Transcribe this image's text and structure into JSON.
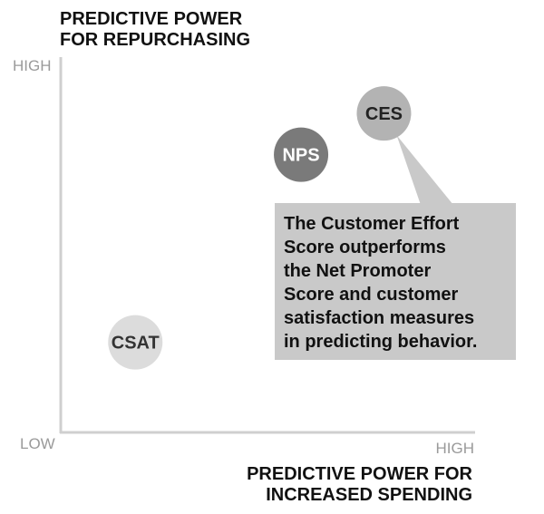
{
  "chart_data": {
    "type": "scatter",
    "title": "",
    "ylabel": [
      "PREDICTIVE POWER",
      "FOR REPURCHASING"
    ],
    "xlabel": [
      "PREDICTIVE POWER FOR",
      "INCREASED SPENDING"
    ],
    "y_ticks": {
      "high": "HIGH",
      "low": "LOW"
    },
    "x_ticks": {
      "low": "LOW",
      "high": "HIGH"
    },
    "xlim": [
      0,
      1
    ],
    "ylim": [
      0,
      1
    ],
    "grid": false,
    "points": [
      {
        "label": "CES",
        "x": 0.78,
        "y": 0.85,
        "color": "#b3b3b3",
        "text_color": "#222222"
      },
      {
        "label": "NPS",
        "x": 0.58,
        "y": 0.74,
        "color": "#7a7a7a",
        "text_color": "#ffffff"
      },
      {
        "label": "CSAT",
        "x": 0.18,
        "y": 0.24,
        "color": "#dcdcdc",
        "text_color": "#333333"
      }
    ],
    "annotation": {
      "lines": [
        "The Customer Effort",
        "Score outperforms",
        "the Net Promoter",
        "Score and customer",
        "satisfaction measures",
        "in predicting behavior."
      ],
      "points_to": "CES",
      "background": "#c9c9c9"
    }
  },
  "colors": {
    "axis": "#cfcfcf",
    "tick": "#9a9a9a",
    "text": "#111111"
  }
}
